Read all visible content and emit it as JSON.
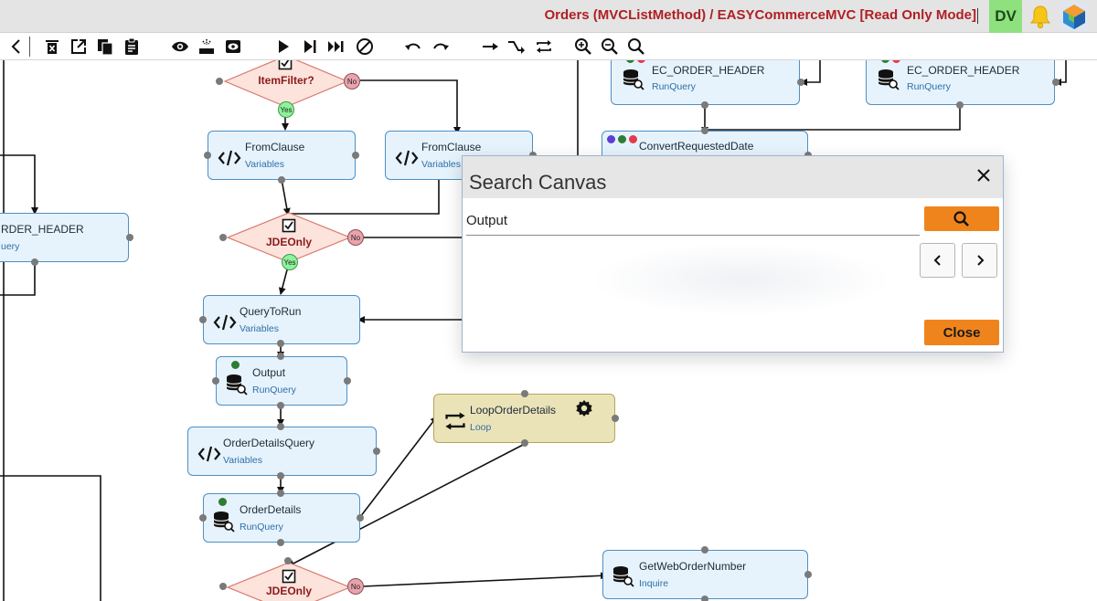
{
  "header": {
    "title": "Orders (MVCListMethod) / EASYCommerceMVC [Read Only Mode]",
    "user_initials": "DV",
    "icons": [
      "bell-icon",
      "app-logo-icon"
    ]
  },
  "toolbar": {
    "icons": [
      "collapse-icon",
      "delete-icon",
      "open-external-icon",
      "copy-icon",
      "clipboard-icon",
      "view-icon",
      "highlight-icon",
      "preview-icon",
      "run-icon",
      "step-icon",
      "run-to-end-icon",
      "stop-icon",
      "undo-icon",
      "redo-icon",
      "connect-icon",
      "auto-route-icon",
      "loop-icon",
      "zoom-in-icon",
      "zoom-out-icon",
      "zoom-fit-icon"
    ]
  },
  "colors": {
    "title": "#b01f24",
    "avatar_bg": "#8fe07f",
    "node_fill": "#e6f3fc",
    "node_border": "#4f8fc2",
    "loop_fill": "#ebe3b8",
    "decision_fill": "#fce3dc",
    "decision_border": "#d9786c",
    "accent_button": "#f0841c"
  },
  "canvas": {
    "nodes": {
      "ec_order_header_1": {
        "title": "EC_ORDER_HEADER",
        "type": "RunQuery"
      },
      "ec_order_header_2": {
        "title": "EC_ORDER_HEADER",
        "type": "RunQuery"
      },
      "convert_requested_date": {
        "title": "ConvertRequestedDate"
      },
      "from_clause_1": {
        "title": "FromClause",
        "type": "Variables"
      },
      "from_clause_2": {
        "title": "FromClause",
        "type": "Variables"
      },
      "order_header_partial": {
        "title": "RDER_HEADER",
        "type": "uery"
      },
      "query_to_run": {
        "title": "QueryToRun",
        "type": "Variables"
      },
      "output": {
        "title": "Output",
        "type": "RunQuery"
      },
      "order_details_query": {
        "title": "OrderDetailsQuery",
        "type": "Variables"
      },
      "order_details": {
        "title": "OrderDetails",
        "type": "RunQuery"
      },
      "loop_order_details": {
        "title": "LoopOrderDetails",
        "type": "Loop"
      },
      "get_web_order_number": {
        "title": "GetWebOrderNumber",
        "type": "Inquire"
      }
    },
    "decisions": {
      "item_filter": {
        "label": "ItemFilter?",
        "no": "No",
        "yes": "Yes"
      },
      "jde_only_1": {
        "label": "JDEOnly",
        "no": "No",
        "yes": "Yes"
      },
      "jde_only_2": {
        "label": "JDEOnly",
        "no": "No"
      }
    }
  },
  "dialog": {
    "title": "Search Canvas",
    "search_value": "Output",
    "search_placeholder": "",
    "close_label": "Close"
  }
}
